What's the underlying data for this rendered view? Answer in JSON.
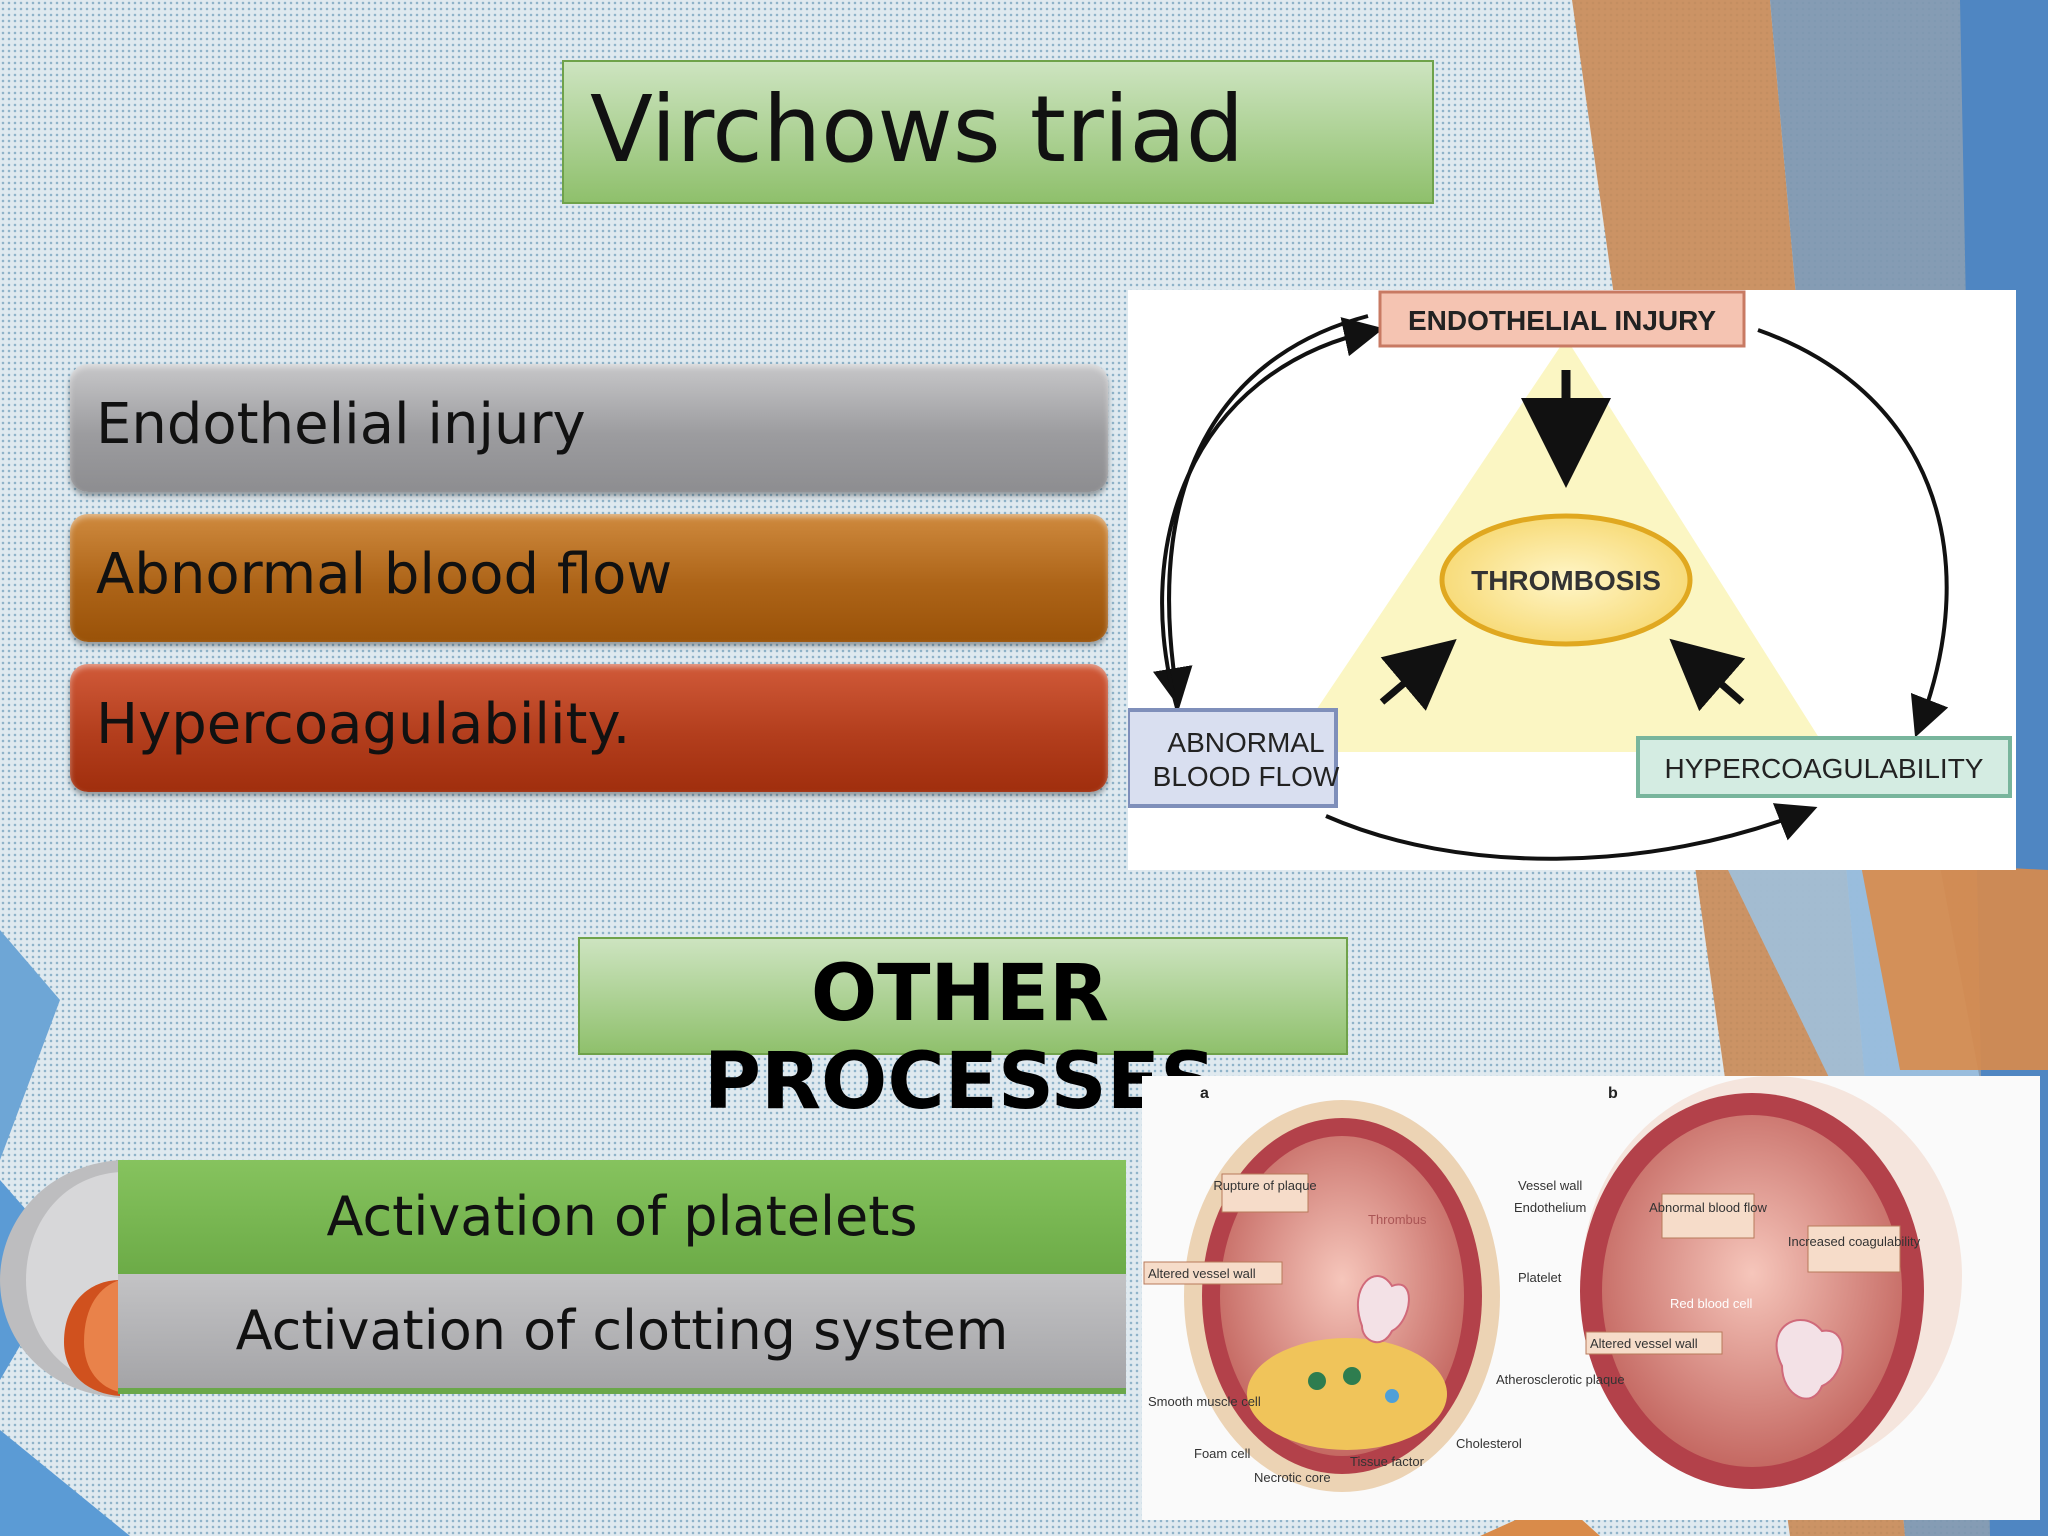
{
  "slide": {
    "title": "Virchows triad",
    "factors": [
      {
        "label": "Endothelial injury",
        "color": "#a5a5a7"
      },
      {
        "label": "Abnormal blood flow",
        "color": "#b06618"
      },
      {
        "label": "Hypercoagulability.",
        "color": "#b8401e"
      }
    ],
    "other_heading": "OTHER PROCESSES",
    "processes": [
      {
        "label": "Activation of platelets",
        "color": "#7ab852"
      },
      {
        "label": "Activation of clotting system",
        "color": "#b5b5b7"
      }
    ]
  },
  "triad_diagram": {
    "top": "ENDOTHELIAL INJURY",
    "center": "THROMBOSIS",
    "left_line1": "ABNORMAL",
    "left_line2": "BLOOD FLOW",
    "right": "HYPERCOAGULABILITY"
  },
  "illustration": {
    "panel_a": {
      "letter": "a",
      "labels": [
        "Rupture of plaque",
        "Thrombus",
        "Vessel wall",
        "Endothelium",
        "Altered vessel wall",
        "Platelet",
        "Smooth muscle cell",
        "Atherosclerotic plaque",
        "Foam cell",
        "Cholesterol",
        "Tissue factor",
        "Necrotic core"
      ]
    },
    "panel_b": {
      "letter": "b",
      "labels": [
        "Abnormal blood flow",
        "Increased coagulability",
        "Red blood cell",
        "Altered vessel wall"
      ]
    }
  }
}
